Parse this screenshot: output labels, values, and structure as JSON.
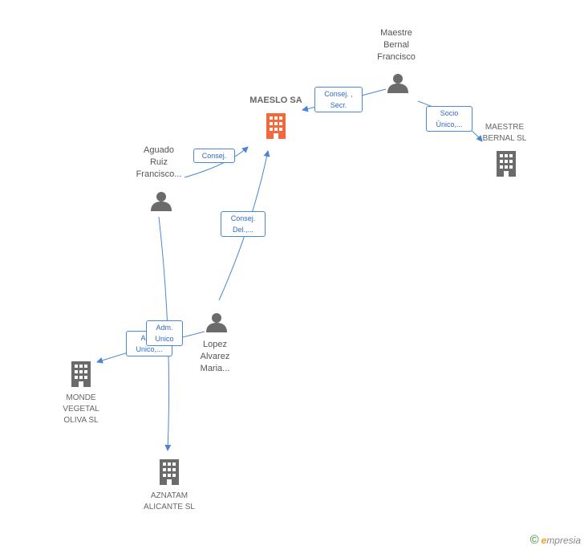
{
  "colors": {
    "edge": "#4a86d4",
    "person_icon": "#6b6b6b",
    "company_icon": "#6b6b6b",
    "main_company_icon": "#f26a3b"
  },
  "nodes": {
    "maeslo": {
      "label": "MAESLO SA",
      "icon": "building-icon"
    },
    "maestre_bernal_francisco": {
      "label": "Maestre\nBernal\nFrancisco",
      "icon": "person-icon"
    },
    "maestre_bernal_sl": {
      "label": "MAESTRE\nBERNAL SL",
      "icon": "building-icon"
    },
    "aguado_ruiz": {
      "label": "Aguado\nRuiz\nFrancisco...",
      "icon": "person-icon"
    },
    "lopez_alvarez": {
      "label": "Lopez\nAlvarez\nMaria...",
      "icon": "person-icon"
    },
    "monde_vegetal": {
      "label": "MONDE\nVEGETAL\nOLIVA SL",
      "icon": "building-icon"
    },
    "aznatam": {
      "label": "AZNATAM\nALICANTE SL",
      "icon": "building-icon"
    }
  },
  "edges": {
    "maestre_to_maeslo": "Consej. ,\nSecr.",
    "maestre_to_maestre_sl": "Socio\nÚnico,...",
    "aguado_to_maeslo": "Consej.",
    "lopez_to_maeslo": "Consej.\nDel.,...",
    "lopez_to_monde": "Adm.\nUnico,...",
    "aguado_to_aznatam": "Adm.\nUnico"
  },
  "footer": {
    "copyright": "©",
    "brand_initial": "e",
    "brand_rest": "mpresia"
  }
}
